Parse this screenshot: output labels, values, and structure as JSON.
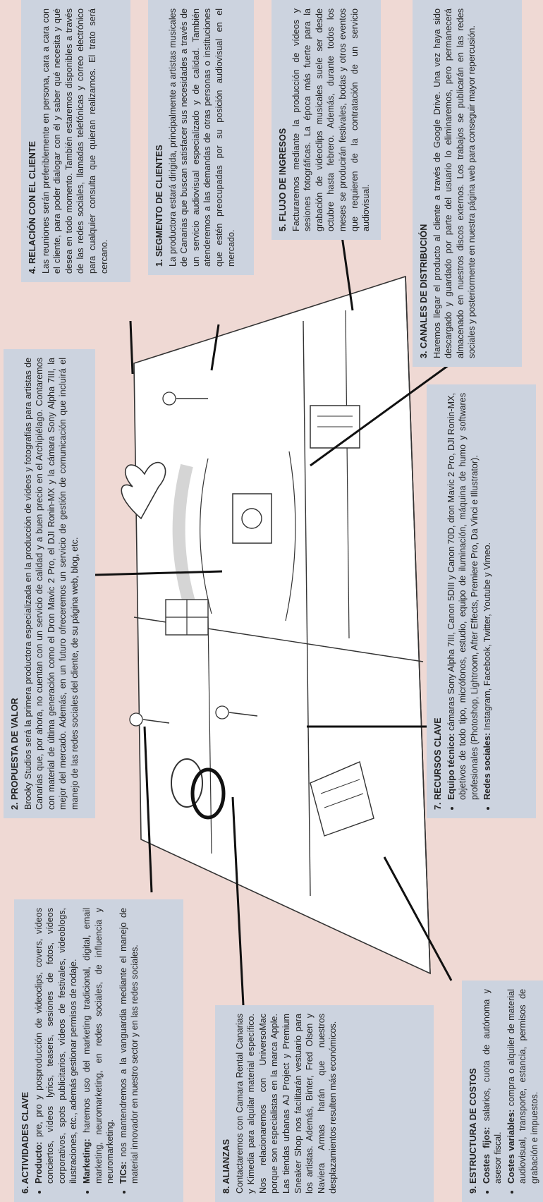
{
  "blocks": {
    "relacion": {
      "title": "4. RELACIÓN CON EL CLIENTE",
      "text": "Las reuniones serán preferiblemente en persona, cara a cara con el cliente, para poder dialogar con él y saber qué necesita y qué desea en todo momento. También estaremos disponibles a través de las redes sociales, llamadas telefónicas y correo electrónico para cualquier consulta que quieran realizarnos. El trato será cercano."
    },
    "segmento": {
      "title": "1. SEGMENTO DE CLIENTES",
      "text": "La productora estará dirigida, principalmente a artistas musicales de Canarias que buscan satisfacer sus necesidades a través de un servicio audiovisual especializado y de calidad. También atenderemos a las demandas de otras personas o instituciones que estén preocupadas por su posición audiovisual en el mercado."
    },
    "ingresos": {
      "title": "5. FLUJO DE INGRESOS",
      "text": "Facturaremos mediante la producción de vídeos y sesiones fotográficas. La época más fuerte para la grabación de videoclips musicales suele ser desde octubre hasta febrero. Además, durante todos los meses se producirán festivales, bodas y otros eventos que requieren de la contratación de un servicio audiovisual."
    },
    "canales": {
      "title": "3. CANALES DE DISTRIBUCIÓN",
      "text": "Haremos llegar el producto al cliente a través de Google Drive. Una vez haya sido descargado y guardado por parte del usuario lo eliminaremos, pero permanecerá almacenado en nuestros discos externos. Los trabajos se publicarán en las redes sociales y posteriormente en nuestra página web para conseguir mayor repercusión."
    },
    "propuesta": {
      "title": "2. PROPUESTA DE VALOR",
      "text": "Brooky Studios será la primera productora especializada en la producción de vídeos y fotografías para artistas de Canarias que, por ahora, no cuentan con un servicio de calidad y a buen precio en el Archipiélago. Contaremos con material de última generación como el Dron Mavic 2 Pro, el DJI Ronin-MX y la cámara Sony Alpha 7III, la mejor del mercado. Además, en un futuro ofreceremos un servicio de gestión de comunicación que incluirá el manejo de las redes sociales del cliente, de su página web, blog, etc."
    },
    "recursos": {
      "title": "7. RECURSOS CLAVE",
      "items": [
        {
          "label": "Equipo técnico:",
          "text": " cámaras Sony Alpha 7III, Canon 5DIII y Canon 70D, dron Mavic 2 Pro, DJI Ronin-MX, objetivos de todo tipo, micrófonos, estudio, equipo de iluminación, máquina de humo y softwares profesionales (Photoshop, Lightroom, After Effects, Premiere Pro, Da Vinci e Illustrator)."
        },
        {
          "label": "Redes sociales:",
          "text": " Instagram, Facebook, Twitter, Youtube y Vimeo."
        }
      ]
    },
    "actividades": {
      "title": "6. ACTIVIDADES CLAVE",
      "items": [
        {
          "label": "Producto:",
          "text": " pre, pro y posproducción de videoclips, covers, vídeos conciertos, vídeos lyrics, teasers, sesiones de fotos, vídeos corporativos, spots publicitarios, vídeos de festivales, videoblogs, ilustraciones, etc., además gestionar permisos de rodaje."
        },
        {
          "label": "Marketing:",
          "text": " haremos uso del marketing tradicional, digital, email marketing, neuromarketing, en redes sociales, de influencia y neuromarketing."
        },
        {
          "label": "TICs:",
          "text": " nos mantendremos a la vanguardia mediante el manejo de material innovador en nuestro sector y en las redes sociales."
        }
      ]
    },
    "alianzas": {
      "title": "8. ALIANZAS",
      "text": "Contactaremos con Camara Rental Canarias y Kimedia para alquilar material específico. Nos relacionaremos con UniversoMac porque son especialistas en la marca Apple. Las tiendas urbanas AJ Project y Premium Sneaker Shop nos facilitarán vestuario para los artistas. Además, Binter, Fred Olsen y Naviera Armas harán que nuestros desplazamientos resulten más económicos."
    },
    "costos": {
      "title": "9. ESTRUCTURA DE COSTOS",
      "items": [
        {
          "label": "Costes fijos:",
          "text": " salarios, cuota de autónoma y asesor fiscal."
        },
        {
          "label": "Costes variables:",
          "text": " compra o alquiler de material audiovisual, transporte, estancia, permisos de grabación e impuestos."
        }
      ]
    }
  }
}
